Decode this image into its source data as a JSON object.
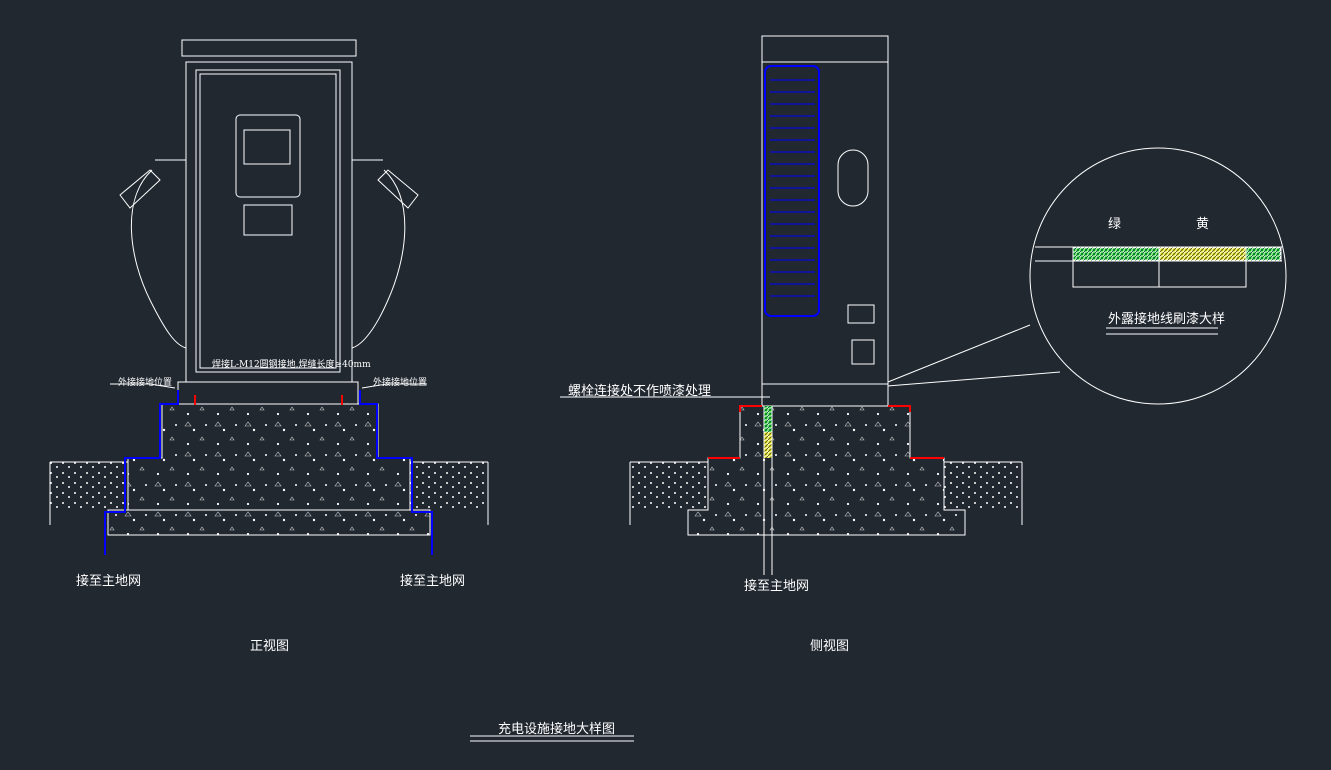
{
  "front_view": {
    "title": "正视图",
    "left_label": "外接接地位置",
    "right_label": "外接接地位置",
    "weld_note": "焊接L-M12圆钢接地,焊缝长度≥40mm",
    "ground_left": "接至主地网",
    "ground_right": "接至主地网"
  },
  "side_view": {
    "title": "侧视图",
    "bolt_note": "螺栓连接处不作喷漆处理",
    "ground": "接至主地网"
  },
  "detail": {
    "green_label": "绿",
    "yellow_label": "黄",
    "caption": "外露接地线刷漆大样"
  },
  "drawing_title": "充电设施接地大样图",
  "colors": {
    "background": "#212830",
    "line": "#ffffff",
    "blue": "#0000ff",
    "red": "#ff0000",
    "green": "#00cc00",
    "yellow": "#ffff00"
  }
}
